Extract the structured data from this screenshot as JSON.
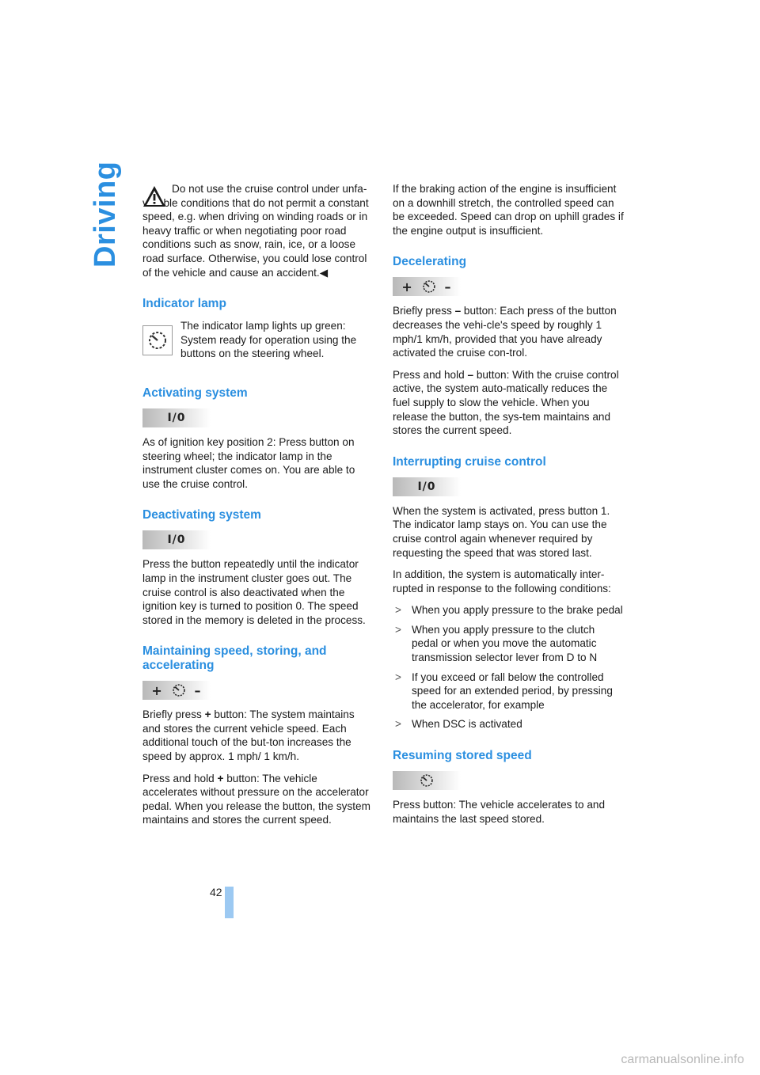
{
  "side_title": "Driving",
  "page_number": "42",
  "watermark": "carmanualsonline.info",
  "left": {
    "warning_text": "Do not use the cruise control under unfa-vorable conditions that do not permit a constant speed, e.g. when driving on winding roads or in heavy traffic or when negotiating poor road conditions such as snow, rain, ice, or a loose road surface. Otherwise, you could lose control of the vehicle and cause an accident.",
    "warning_end": "◀",
    "indicator_heading": "Indicator lamp",
    "indicator_text": "The indicator lamp lights up green: System ready for operation using the buttons on the steering wheel.",
    "activating_heading": "Activating system",
    "btn_io": "I/0",
    "activating_text": "As of ignition key position 2: Press button on steering wheel; the indicator lamp in the instrument cluster comes on. You are able to use the cruise control.",
    "deactivating_heading": "Deactivating system",
    "deactivating_text": "Press the button repeatedly until the indicator lamp in the instrument cluster goes out. The cruise control is also deactivated when the ignition key is turned to position 0. The speed stored in the memory is deleted in the process.",
    "maintaining_heading": "Maintaining speed, storing, and accelerating",
    "btn_plus": "+",
    "btn_minus": "–",
    "maintain_p1_a": "Briefly press",
    "maintain_p1_sym": "+",
    "maintain_p1_b": "button: The system maintains and stores the current vehicle speed. Each additional touch of the but-ton increases the speed by approx. 1 mph/ 1 km/h.",
    "maintain_p2_a": "Press and hold",
    "maintain_p2_sym": "+",
    "maintain_p2_b": "button: The vehicle accelerates without pressure on the accelerator pedal. When you release the button, the system maintains and stores the current speed."
  },
  "right": {
    "braking_text": "If the braking action of the engine is insufficient on a downhill stretch, the controlled speed can be exceeded. Speed can drop on uphill grades if the engine output is insufficient.",
    "decelerating_heading": "Decelerating",
    "decel_p1_a": "Briefly press",
    "decel_p1_sym": "–",
    "decel_p1_b": "button: Each press of the button decreases the vehi-cle's speed by roughly 1 mph/1 km/h, provided that you have already activated the cruise con-trol.",
    "decel_p2_a": "Press and hold",
    "decel_p2_sym": "–",
    "decel_p2_b": "button: With the cruise control active, the system auto-matically reduces the fuel supply to slow the vehicle. When you release the button, the sys-tem maintains and stores the current speed.",
    "interrupting_heading": "Interrupting cruise control",
    "interrupt_p1": "When the system is activated, press button 1. The indicator lamp stays on. You can use the cruise control again whenever required by requesting the speed that was stored last.",
    "interrupt_p2": "In addition, the system is automatically inter-rupted in response to the following conditions:",
    "conditions": [
      "When you apply pressure to the brake pedal",
      "When you apply pressure to the clutch pedal or when you move the automatic transmission selector lever from D to N",
      "If you exceed or fall below the controlled speed for an extended period, by pressing the accelerator, for example",
      "When DSC is activated"
    ],
    "resuming_heading": "Resuming stored speed",
    "resume_text": "Press button: The vehicle accelerates to and maintains the last speed stored."
  }
}
